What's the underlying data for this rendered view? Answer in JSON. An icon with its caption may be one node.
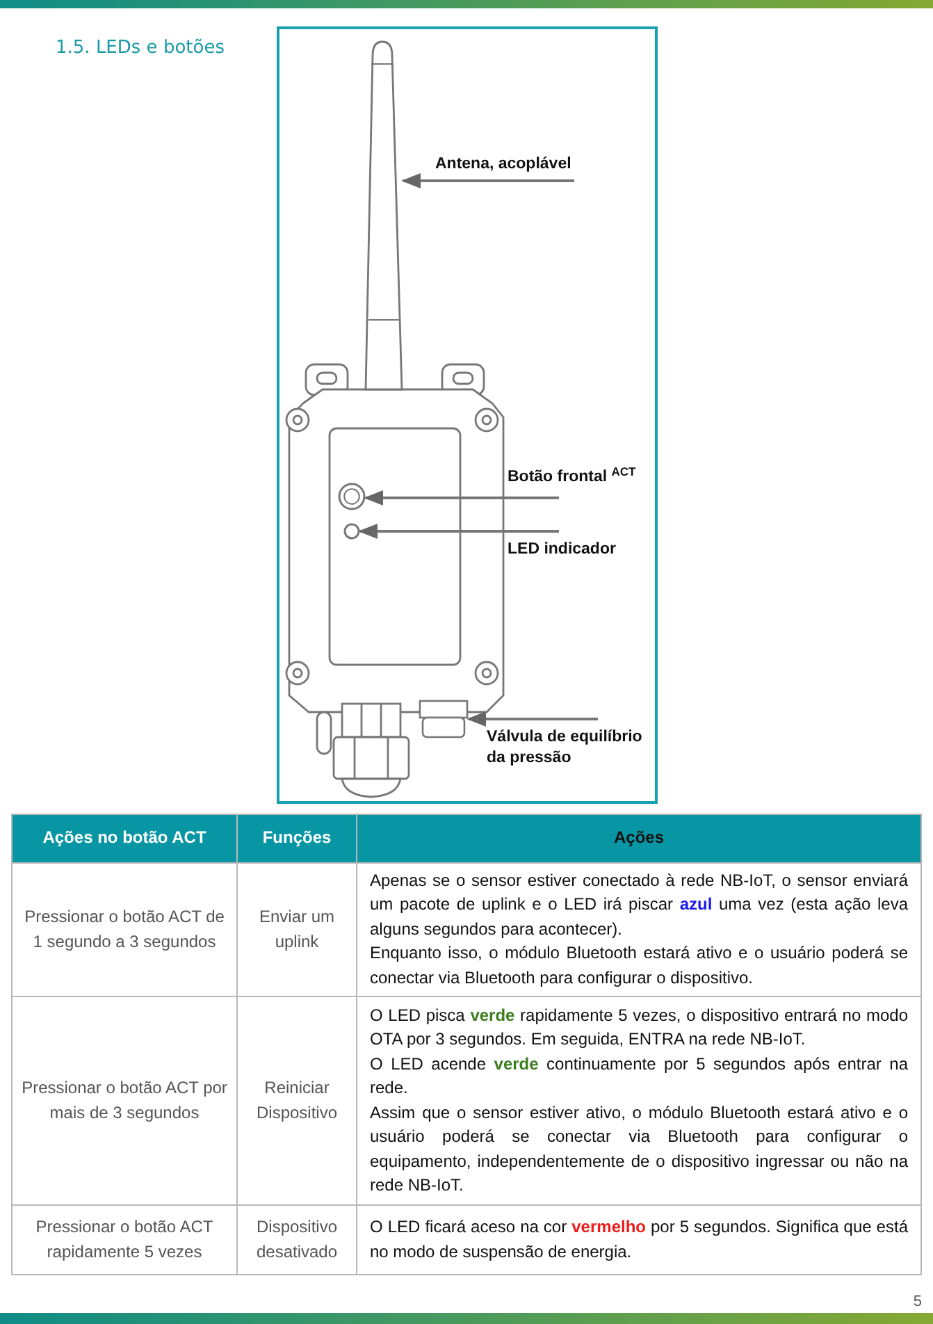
{
  "diagram": {
    "title": "1.5. LEDs e botões",
    "nodes": [
      {
        "text": [],
        "shape": "picture"
      },
      {
        "text": [
          "Antena, acoplável"
        ]
      },
      {
        "text": [],
        "shape": "circle"
      },
      {
        "text": [
          "Botão frontal $^{ACT}$"
        ]
      },
      {
        "text": [],
        "shape": "circle"
      },
      {
        "text": [
          "LED indicador"
        ]
      },
      {
        "text": [],
        "shape": "picture"
      },
      {
        "text": [
          "Válvula de equilíbrio da pressão"
        ]
      }
    ],
    "edges": [
      {
        "from": 1,
        "to": 0,
        "arrow": "to"
      },
      {
        "from": 3,
        "to": 2,
        "arrow": "to"
      },
      {
        "from": 5,
        "to": 4,
        "arrow": "to"
      },
      {
        "from": 7,
        "to": 6,
        "arrow": "to"
      }
    ],
    "labels": [
      "Ações no botão ACT",
      "Funções",
      "Ações",
      "Pressionar o botão ACT de 1 segundo a 3 segundos",
      "Enviar um uplink",
      "Apenas se o sensor estiver conectado à rede NB-IoT, o sensor enviará um pacote de uplink e o LED irá piscar **azul** uma vez (esta ação leva alguns segundos para acontecer).",
      "Enquanto isso, o módulo Bluetooth estará ativo e o usuário poderá se conectar via Bluetooth para configurar o dispositivo.",
      "Pressionar o botão ACT por mais de 3 segundos",
      "Reiniciar Dispositivo",
      "O LED pisca **verde** rapidamente 5 vezes, o dispositivo entrará no modo OTA por 3 segundos. Em seguida, ENTRA na rede NB-IoT.",
      "O LED acende **verde** continuamente por 5 segundos após entrar na rede.",
      "Assim que o sensor estiver ativo, o módulo Bluetooth estará ativo e o usuário poderá se conectar via Bluetooth para configurar o equipamento, independentemente de o dispositivo ingressar ou não na rede NB-IoT.",
      "Pressionar o botão ACT rapidamente 5 vezes",
      "Dispositivo desativado",
      "O LED ficará aceso na cor **vermelho** por 5 segundos. Significa que está no modo de suspensão de energia.",
      "5"
    ]
  }
}
